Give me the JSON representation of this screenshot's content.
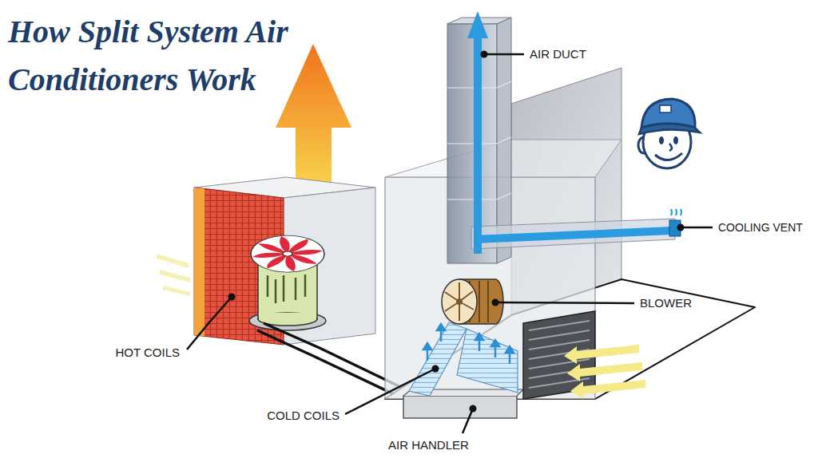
{
  "diagram": {
    "title": "How Split System Air Conditioners Work",
    "labels": [
      "AIR DUCT",
      "COOLING VENT",
      "BLOWER",
      "HOT COILS",
      "COLD COILS",
      "AIR HANDLER"
    ]
  }
}
